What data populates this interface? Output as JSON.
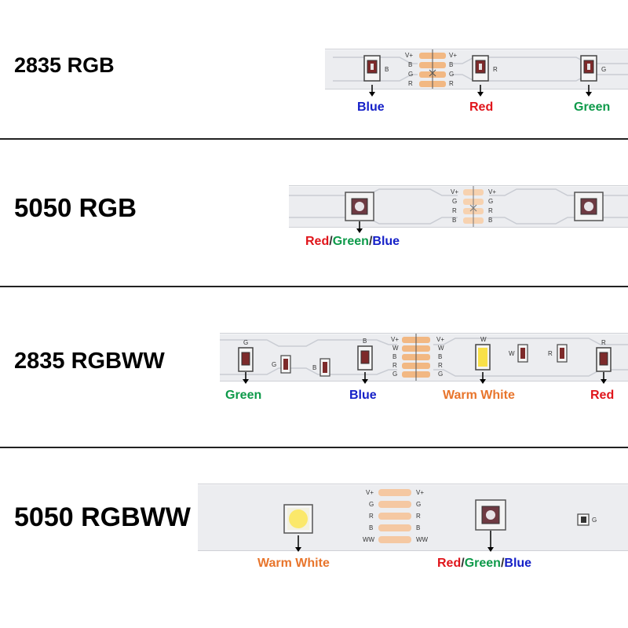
{
  "sections": [
    {
      "title": "2835 RGB",
      "pads_left": [
        "V+",
        "B",
        "G",
        "R"
      ],
      "pads_right": [
        "V+",
        "B",
        "G",
        "R"
      ],
      "chip_letters": [
        "B",
        "R",
        "G"
      ],
      "labels": [
        "Blue",
        "Red",
        "Green"
      ]
    },
    {
      "title": "5050 RGB",
      "pads_left": [
        "V+",
        "G",
        "R",
        "B"
      ],
      "pads_right": [
        "V+",
        "G",
        "R",
        "B"
      ],
      "label_parts": [
        "Red",
        "/",
        "Green",
        "/",
        "Blue"
      ]
    },
    {
      "title": "2835 RGBWW",
      "pads_left": [
        "V+",
        "W",
        "B",
        "R",
        "G"
      ],
      "pads_right": [
        "V+",
        "W",
        "B",
        "R",
        "G"
      ],
      "chip_letters": [
        "G",
        "G",
        "B",
        "B",
        "W",
        "W",
        "R",
        "R"
      ],
      "labels": [
        "Green",
        "Blue",
        "Warm White",
        "Red"
      ]
    },
    {
      "title": "5050 RGBWW",
      "pads_left": [
        "V+",
        "G",
        "R",
        "B",
        "WW"
      ],
      "pads_right": [
        "V+",
        "G",
        "R",
        "B",
        "WW"
      ],
      "chip_letters": [
        "G"
      ],
      "labels": [
        "Warm White"
      ],
      "label_parts": [
        "Red",
        "/",
        "Green",
        "/",
        "Blue"
      ]
    }
  ],
  "colors": {
    "blue": "#1520c8",
    "red": "#e0151b",
    "green": "#0e9a4a",
    "warm_white": "#e8752c",
    "pad": "#f2b883",
    "strip": "#ecedf0"
  }
}
